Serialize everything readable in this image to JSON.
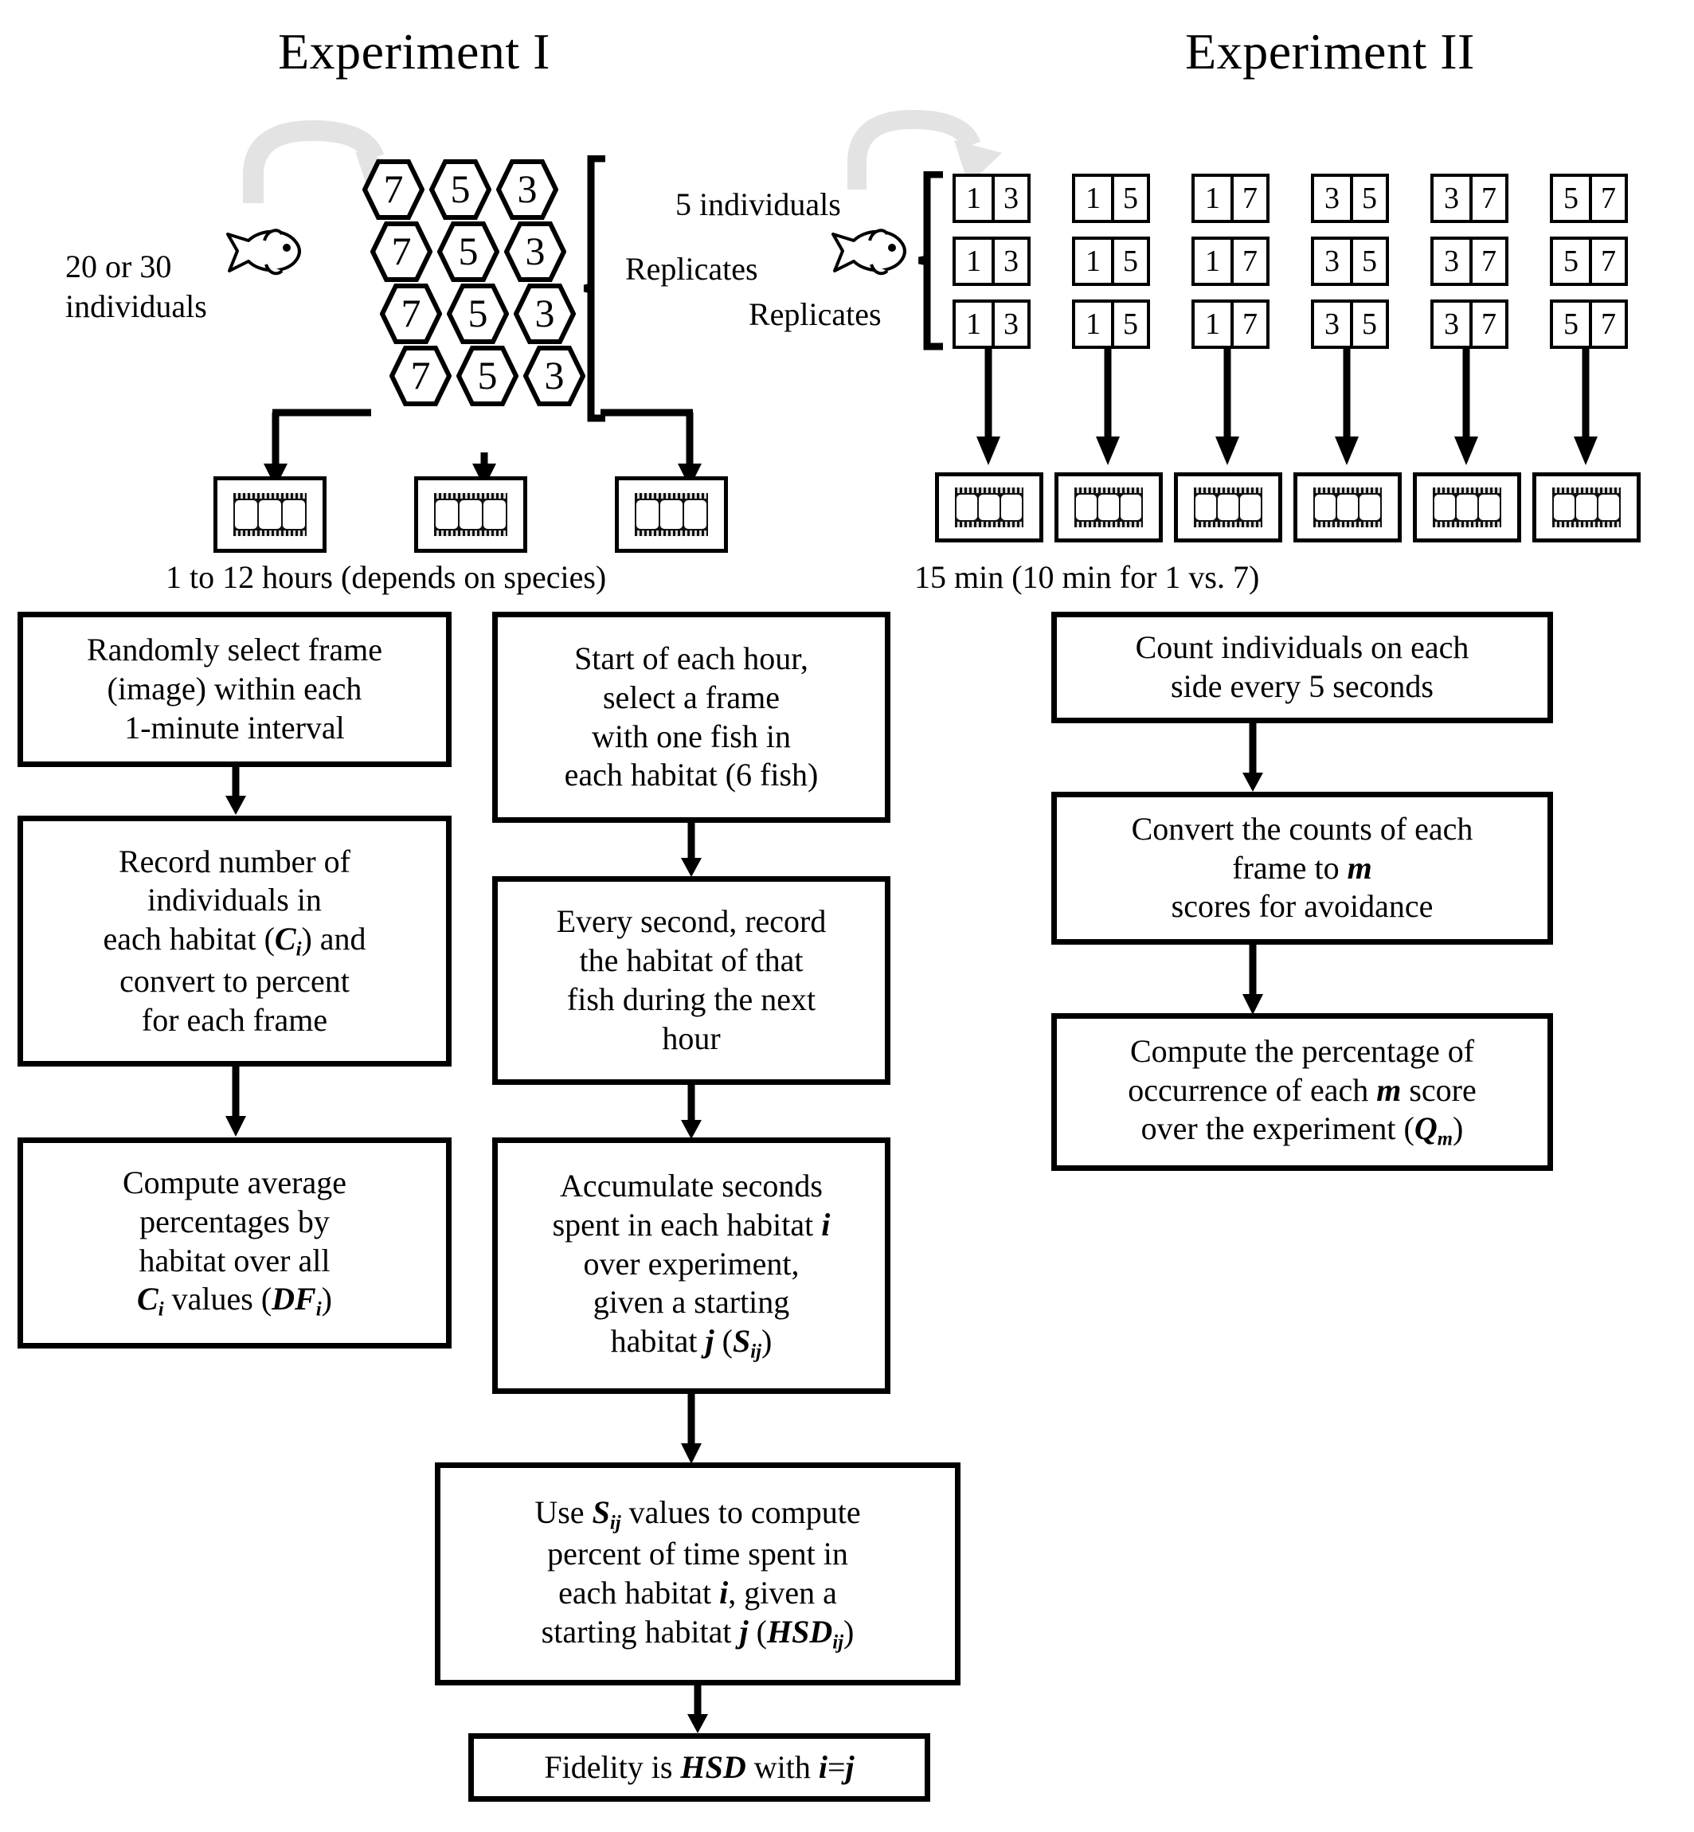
{
  "experiment_1": {
    "title": "Experiment I",
    "source_label_line1": "20 or 30",
    "source_label_line2": "individuals",
    "replicates_label": "Replicates",
    "fish_icon": "fish-icon",
    "transfer_arrow_icon": "curved-arrow-icon",
    "habitat_grid": {
      "rows": 4,
      "columns": 3,
      "values": [
        [
          "7",
          "5",
          "3"
        ],
        [
          "7",
          "5",
          "3"
        ],
        [
          "7",
          "5",
          "3"
        ],
        [
          "7",
          "5",
          "3"
        ]
      ]
    },
    "recording_count": 3,
    "duration_label": "1 to 12 hours (depends on species)"
  },
  "experiment_2": {
    "title": "Experiment II",
    "source_label": "5 individuals",
    "replicates_label": "Replicates",
    "fish_icon": "fish-icon",
    "transfer_arrow_icon": "curved-arrow-icon",
    "pair_grid": {
      "rows": 3,
      "columns": 6,
      "values": [
        [
          [
            "1",
            "3"
          ],
          [
            "1",
            "5"
          ],
          [
            "1",
            "7"
          ],
          [
            "3",
            "5"
          ],
          [
            "3",
            "7"
          ],
          [
            "5",
            "7"
          ]
        ],
        [
          [
            "1",
            "3"
          ],
          [
            "1",
            "5"
          ],
          [
            "1",
            "7"
          ],
          [
            "3",
            "5"
          ],
          [
            "3",
            "7"
          ],
          [
            "5",
            "7"
          ]
        ],
        [
          [
            "1",
            "3"
          ],
          [
            "1",
            "5"
          ],
          [
            "1",
            "7"
          ],
          [
            "3",
            "5"
          ],
          [
            "3",
            "7"
          ],
          [
            "5",
            "7"
          ]
        ]
      ]
    },
    "recording_count": 6,
    "duration_label": "15 min  (10 min for 1 vs. 7)"
  },
  "flow_left": [
    {
      "id": "randomly-select-frame",
      "lines": [
        "Randomly select frame",
        "(image) within each",
        "1-minute interval"
      ]
    },
    {
      "id": "record-number-individuals",
      "lines": [
        "Record number of",
        "individuals in",
        "each habitat (Cᵢ) and",
        "convert to percent",
        "for each frame"
      ]
    },
    {
      "id": "compute-average-percentages",
      "lines": [
        "Compute average",
        "percentages by",
        "habitat over all",
        "Cᵢ values (DFᵢ)"
      ]
    }
  ],
  "flow_middle": [
    {
      "id": "start-of-each-hour",
      "lines": [
        "Start of each hour,",
        "select a frame",
        "with one fish in",
        "each habitat (6 fish)"
      ]
    },
    {
      "id": "every-second-record",
      "lines": [
        "Every second, record",
        "the habitat of that",
        "fish during the next",
        "hour"
      ]
    },
    {
      "id": "accumulate-seconds",
      "lines": [
        "Accumulate seconds",
        "spent in each habitat i",
        "over experiment,",
        "given a starting",
        "habitat j (Sᵢⱼ)"
      ]
    },
    {
      "id": "use-sij-values",
      "lines": [
        "Use Sᵢⱼ values to compute",
        "percent of time spent in",
        "each habitat i, given a",
        "starting habitat j (HSDᵢⱼ)"
      ]
    },
    {
      "id": "fidelity-is-hsd",
      "lines": [
        "Fidelity is HSD with i=j"
      ]
    }
  ],
  "flow_right": [
    {
      "id": "count-individuals-each-side",
      "lines": [
        "Count individuals on each",
        "side every 5 seconds"
      ]
    },
    {
      "id": "convert-counts-to-m",
      "lines": [
        "Convert the counts of each",
        "frame to m",
        "scores for avoidance"
      ]
    },
    {
      "id": "compute-percentage-occurrence",
      "lines": [
        "Compute the percentage of",
        "occurrence of each m score",
        "over the experiment (Qₘ)"
      ]
    }
  ],
  "colors": {
    "stroke": "#000000",
    "background": "#ffffff",
    "curved_arrow": "#e3e3e3",
    "film_body": "#7a7a7a"
  }
}
